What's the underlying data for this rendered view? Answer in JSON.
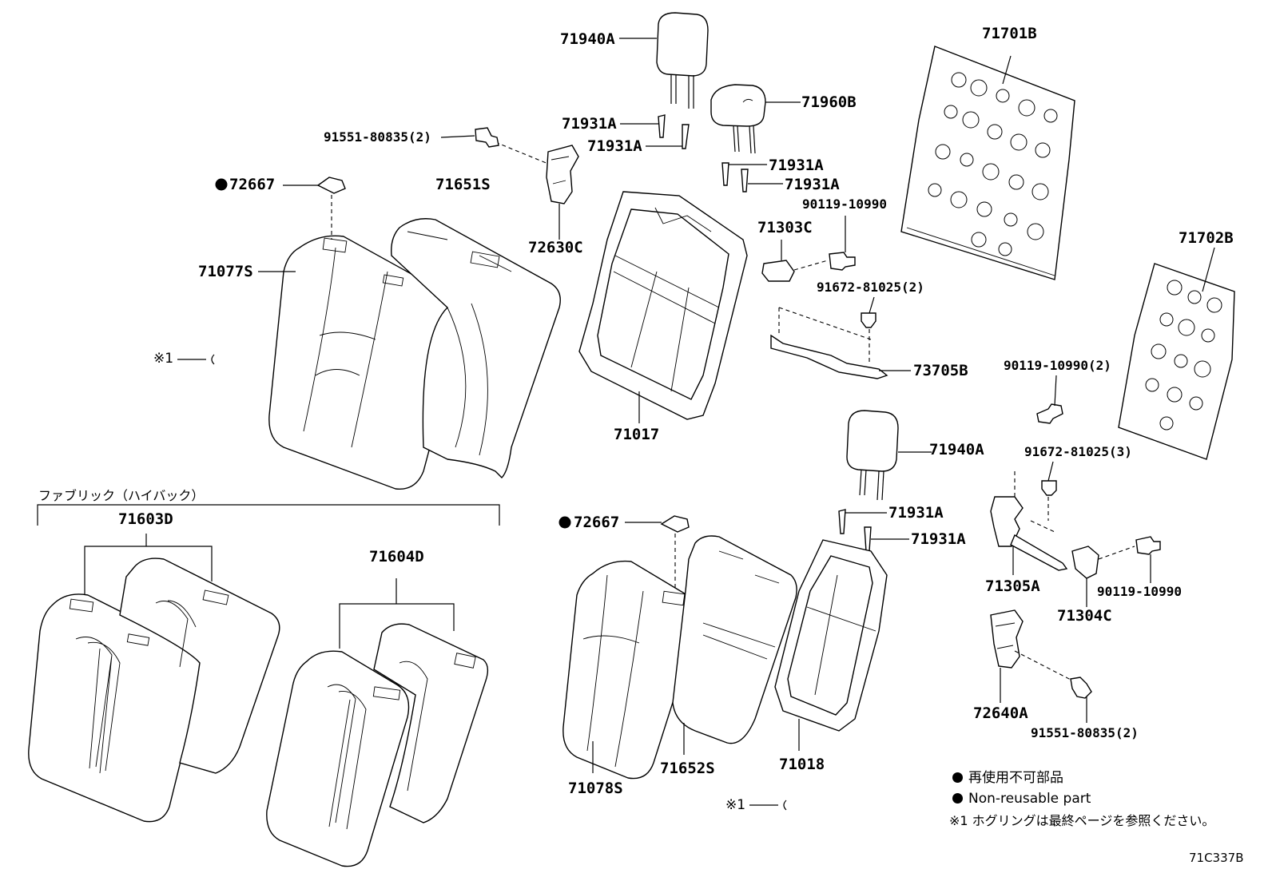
{
  "parts": {
    "p71940A_top": "71940A",
    "p71960B": "71960B",
    "p71931A_1": "71931A",
    "p71931A_2": "71931A",
    "p71931A_3": "71931A",
    "p71931A_4": "71931A",
    "p91551_top": "91551-80835(2)",
    "p72667_top": "72667",
    "p71651S": "71651S",
    "p72630C": "72630C",
    "p71077S": "71077S",
    "p90119_top": "90119-10990",
    "p71303C": "71303C",
    "p91672_2": "91672-81025(2)",
    "p73705B": "73705B",
    "p71017": "71017",
    "p71701B": "71701B",
    "p71702B": "71702B",
    "p90119_2": "90119-10990(2)",
    "p91672_3": "91672-81025(3)",
    "p71940A_bottom": "71940A",
    "p71931A_5": "71931A",
    "p71931A_6": "71931A",
    "p72667_bottom": "72667",
    "p71305A": "71305A",
    "p90119_bottom": "90119-10990",
    "p71304C": "71304C",
    "p72640A": "72640A",
    "p91551_bottom": "91551-80835(2)",
    "p71603D": "71603D",
    "p71604D": "71604D",
    "p71078S": "71078S",
    "p71652S": "71652S",
    "p71018": "71018"
  },
  "notes": {
    "ref_top": "※1",
    "ref_bottom": "※1",
    "fabric_group": "ファブリック（ハイバック）"
  },
  "legend": {
    "jp": "再使用不可部品",
    "en": "Non-reusable part",
    "note": "※1 ホグリングは最終ページを参照ください。"
  },
  "diagram_code": "71C337B"
}
